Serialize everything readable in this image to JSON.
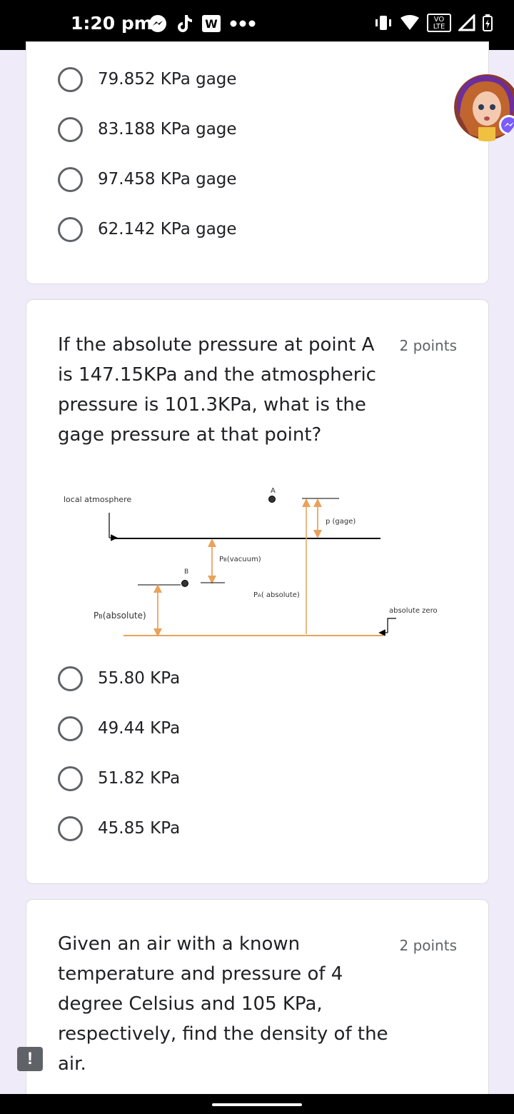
{
  "status_bar": {
    "time": "1:20 pm",
    "network_badge_top": "VO",
    "network_badge_bottom": "LTE",
    "left_icons": [
      "messenger-icon",
      "tiktok-icon",
      "word-icon",
      "more-dots-icon"
    ],
    "right_icons": [
      "vibrate-icon",
      "wifi-icon",
      "lte-badge",
      "signal-icon",
      "battery-icon"
    ]
  },
  "question1": {
    "options": [
      "79.852 KPa gage",
      "83.188 KPa gage",
      "97.458 KPa gage",
      "62.142 KPa gage"
    ]
  },
  "question2": {
    "text": "If the absolute pressure at point A is 147.15KPa and the atmospheric pressure is 101.3KPa, what is the gage pressure at that point?",
    "points": "2 points",
    "diagram": {
      "local_atmosphere": "local atmosphere",
      "point_a": "A",
      "point_b": "B",
      "p_gage": "p (gage)",
      "pb_vacuum_sub": "B",
      "pb_vacuum": "(vacuum)",
      "pa_absolute_sub": "A",
      "pa_absolute": "( absolute)",
      "pb_absolute_sub": "B",
      "pb_absolute": "(absolute)",
      "absolute_zero": "absolute zero",
      "p_letter": "P"
    },
    "options": [
      "55.80 KPa",
      "49.44 KPa",
      "51.82 KPa",
      "45.85 KPa"
    ]
  },
  "question3": {
    "text": "Given an air with a known temperature and pressure of 4 degree Celsius and 105 KPa, respectively, find the density of the air.",
    "points": "2 points"
  },
  "colors": {
    "accent_orange": "#e8a25c",
    "background": "#f0ebf8",
    "radio_gray": "#5f6368"
  },
  "floating": {
    "avatar": "chat-head-avatar",
    "warning": "!"
  }
}
